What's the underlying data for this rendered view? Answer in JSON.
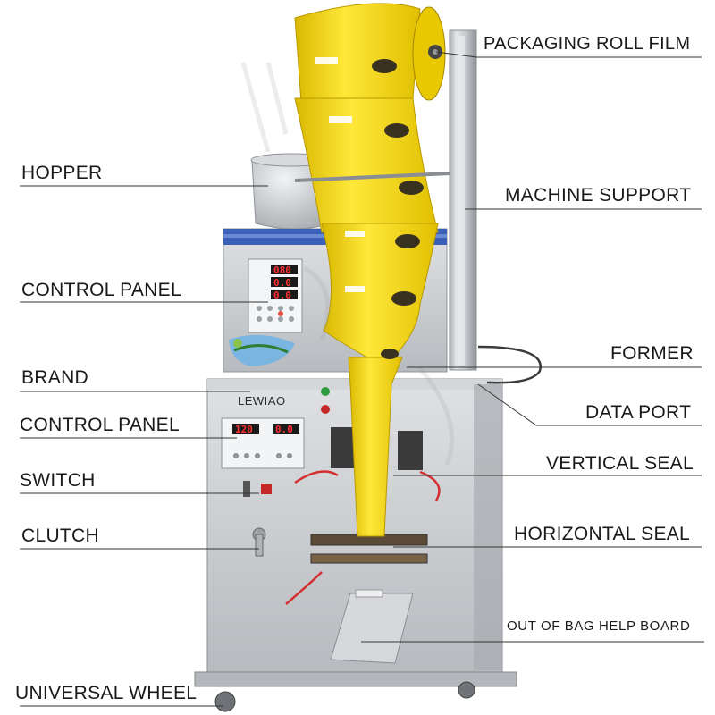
{
  "labels": {
    "packaging_roll_film": "PACKAGING ROLL FILM",
    "hopper": "HOPPER",
    "machine_support": "MACHINE SUPPORT",
    "control_panel_upper": "CONTROL PANEL",
    "former": "FORMER",
    "brand": "BRAND",
    "data_port": "DATA PORT",
    "control_panel_lower": "CONTROL PANEL",
    "vertical_seal": "VERTICAL SEAL",
    "switch": "SWITCH",
    "horizontal_seal": "HORIZONTAL SEAL",
    "clutch": "CLUTCH",
    "out_of_bag_help_board": "OUT OF BAG HELP BOARD",
    "universal_wheel": "UNIVERSAL WHEEL"
  },
  "machine": {
    "brand_name": "LEWIAO",
    "upper_display_1": "080",
    "upper_display_2": "0.0",
    "upper_display_3": "0.0",
    "lower_display_1": "120",
    "lower_display_2": "0.0"
  },
  "colors": {
    "film": "#f2d31b",
    "steel": "#c9ccd0",
    "label_line": "#333333",
    "display_red": "#ff3030"
  }
}
